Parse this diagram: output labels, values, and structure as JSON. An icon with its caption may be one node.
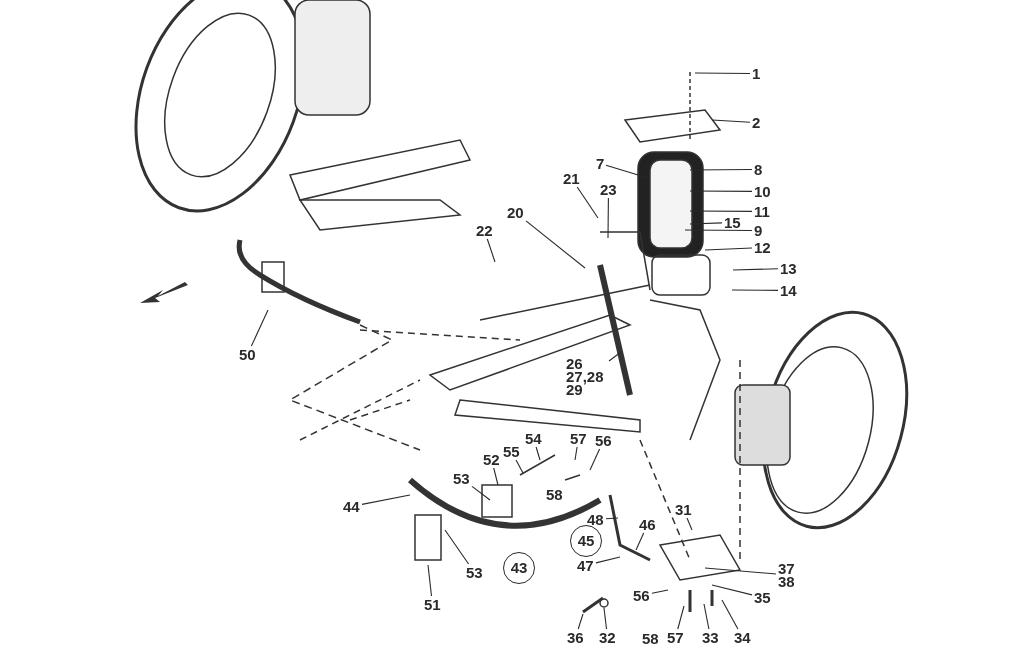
{
  "diagram": {
    "nodes": [
      {
        "text": [
          "1"
        ]
      },
      {
        "text": [
          "2"
        ]
      },
      {
        "text": [
          "7"
        ]
      },
      {
        "text": [
          "8"
        ]
      },
      {
        "text": [
          "21"
        ]
      },
      {
        "text": [
          "23"
        ]
      },
      {
        "text": [
          "10"
        ]
      },
      {
        "text": [
          "11"
        ]
      },
      {
        "text": [
          "15"
        ]
      },
      {
        "text": [
          "9"
        ]
      },
      {
        "text": [
          "20"
        ]
      },
      {
        "text": [
          "22"
        ]
      },
      {
        "text": [
          "12"
        ]
      },
      {
        "text": [
          "13"
        ]
      },
      {
        "text": [
          "14"
        ]
      },
      {
        "text": [
          "26 27,28 29"
        ]
      },
      {
        "text": [
          "50"
        ]
      },
      {
        "text": [
          "54"
        ]
      },
      {
        "text": [
          "57"
        ]
      },
      {
        "text": [
          "56"
        ]
      },
      {
        "text": [
          "55"
        ]
      },
      {
        "text": [
          "52"
        ]
      },
      {
        "text": [
          "53"
        ]
      },
      {
        "text": [
          "44"
        ]
      },
      {
        "text": [
          "31"
        ]
      },
      {
        "text": [
          "48"
        ]
      },
      {
        "text": [
          "46"
        ]
      },
      {
        "text": [
          "45"
        ]
      },
      {
        "text": [
          "47"
        ]
      },
      {
        "text": [
          "43"
        ]
      },
      {
        "text": [
          "53"
        ]
      },
      {
        "text": [
          "37 38"
        ]
      },
      {
        "text": [
          "35"
        ]
      },
      {
        "text": [
          "51"
        ]
      },
      {
        "text": [
          "56"
        ]
      },
      {
        "text": [
          "36"
        ]
      },
      {
        "text": [
          "32"
        ]
      },
      {
        "text": [
          "57"
        ]
      },
      {
        "text": [
          "33"
        ]
      },
      {
        "text": [
          "34"
        ]
      }
    ],
    "edges": [
      {
        "from": 0,
        "to": null,
        "arrow": "none"
      },
      {
        "from": 1,
        "to": null,
        "arrow": "none"
      },
      {
        "from": 2,
        "to": null,
        "arrow": "none"
      },
      {
        "from": 3,
        "to": null,
        "arrow": "none"
      },
      {
        "from": 4,
        "to": null,
        "arrow": "none"
      },
      {
        "from": 5,
        "to": null,
        "arrow": "none"
      },
      {
        "from": 6,
        "to": null,
        "arrow": "none"
      },
      {
        "from": 7,
        "to": null,
        "arrow": "none"
      },
      {
        "from": 8,
        "to": null,
        "arrow": "none"
      },
      {
        "from": 9,
        "to": null,
        "arrow": "none"
      },
      {
        "from": 10,
        "to": null,
        "arrow": "none"
      },
      {
        "from": 11,
        "to": null,
        "arrow": "none"
      },
      {
        "from": 12,
        "to": null,
        "arrow": "none"
      },
      {
        "from": 13,
        "to": null,
        "arrow": "none"
      },
      {
        "from": 14,
        "to": null,
        "arrow": "none"
      },
      {
        "from": 15,
        "to": null,
        "arrow": "none"
      },
      {
        "from": 16,
        "to": null,
        "arrow": "none"
      },
      {
        "from": 17,
        "to": null,
        "arrow": "none"
      },
      {
        "from": 18,
        "to": null,
        "arrow": "none"
      },
      {
        "from": 19,
        "to": null,
        "arrow": "none"
      },
      {
        "from": 20,
        "to": null,
        "arrow": "none"
      },
      {
        "from": 21,
        "to": null,
        "arrow": "none"
      },
      {
        "from": 22,
        "to": null,
        "arrow": "none"
      },
      {
        "from": 23,
        "to": null,
        "arrow": "none"
      },
      {
        "from": 24,
        "to": null,
        "arrow": "none"
      },
      {
        "from": 25,
        "to": null,
        "arrow": "none"
      },
      {
        "from": 26,
        "to": null,
        "arrow": "none"
      },
      {
        "from": 28,
        "to": null,
        "arrow": "none"
      },
      {
        "from": 30,
        "to": null,
        "arrow": "none"
      },
      {
        "from": 31,
        "to": null,
        "arrow": "none"
      },
      {
        "from": 32,
        "to": null,
        "arrow": "none"
      },
      {
        "from": 33,
        "to": null,
        "arrow": "none"
      },
      {
        "from": 34,
        "to": null,
        "arrow": "none"
      },
      {
        "from": 35,
        "to": null,
        "arrow": "none"
      },
      {
        "from": 36,
        "to": null,
        "arrow": "none"
      },
      {
        "from": 37,
        "to": null,
        "arrow": "none"
      },
      {
        "from": 38,
        "to": null,
        "arrow": "none"
      },
      {
        "from": 39,
        "to": null,
        "arrow": "none"
      }
    ],
    "labels": [
      "58",
      "58"
    ]
  }
}
